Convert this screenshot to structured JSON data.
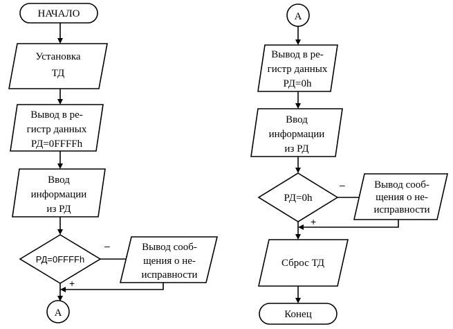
{
  "left": {
    "start": "НАЧАЛО",
    "set_td": [
      "Установка",
      "ТД"
    ],
    "write_reg": [
      "Вывод в ре-",
      "гистр данных",
      "РД=0FFFFh"
    ],
    "input_info": [
      "Ввод",
      "информации",
      "из РД"
    ],
    "decision": "РД=0FFFFh",
    "error_msg": [
      "Вывод сооб-",
      "щения о не-",
      "исправности"
    ],
    "minus_sign": "–",
    "plus_sign": "+",
    "connector": "А"
  },
  "right": {
    "connector": "А",
    "write_reg": [
      "Вывод в ре-",
      "гистр данных",
      "РД=0h"
    ],
    "input_info": [
      "Ввод",
      "информации",
      "из РД"
    ],
    "decision": "РД=0h",
    "error_msg": [
      "Вывод сооб-",
      "щения о не-",
      "исправности"
    ],
    "minus_sign": "–",
    "plus_sign": "+",
    "reset_td": "Сброс ТД",
    "end": "Конец"
  }
}
